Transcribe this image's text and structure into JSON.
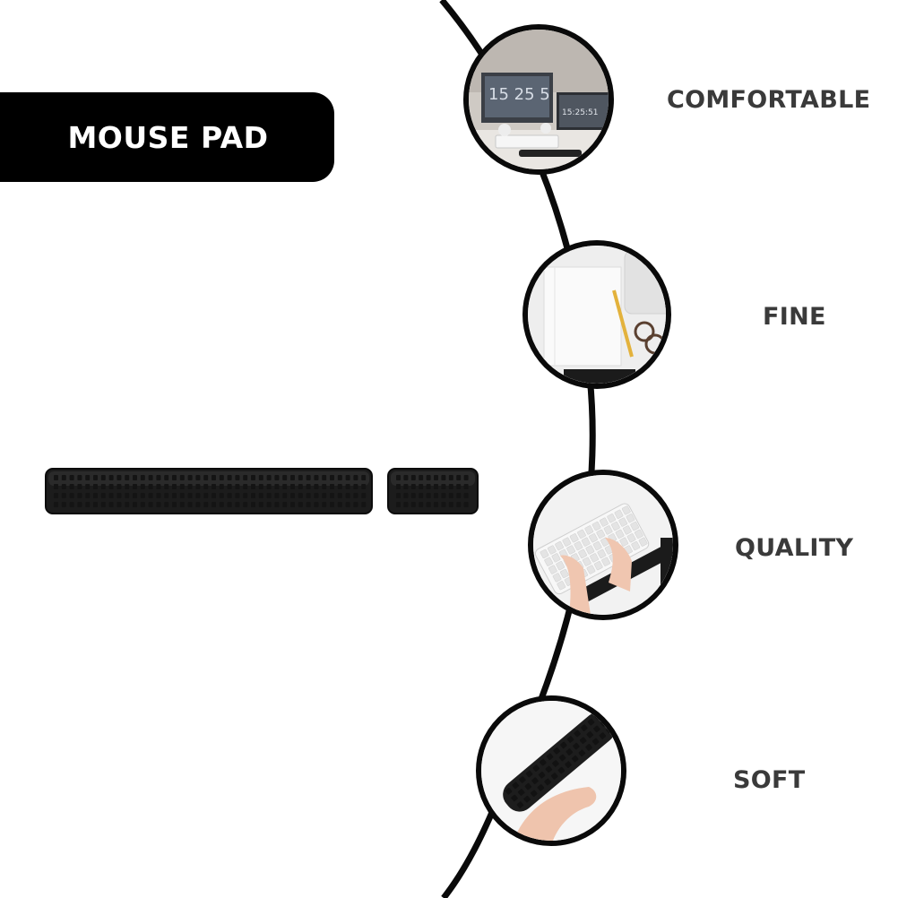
{
  "title": "MOUSE PAD",
  "features": [
    {
      "label": "COMFORTABLE",
      "photo": "desk-setup-with-monitors",
      "clock_text": "15:25:51"
    },
    {
      "label": "FINE",
      "photo": "notebook-pencil-glasses"
    },
    {
      "label": "QUALITY",
      "photo": "hands-typing-on-keyboard"
    },
    {
      "label": "SOFT",
      "photo": "hand-resting-on-wrist-pad"
    }
  ],
  "colors": {
    "banner": "#000000",
    "banner_text": "#ffffff",
    "label_text": "#3a3a3a",
    "curve": "#0a0a0a",
    "pad": "#1a1a1a"
  },
  "products": [
    "long-keyboard-wrist-rest",
    "short-mouse-wrist-rest"
  ]
}
